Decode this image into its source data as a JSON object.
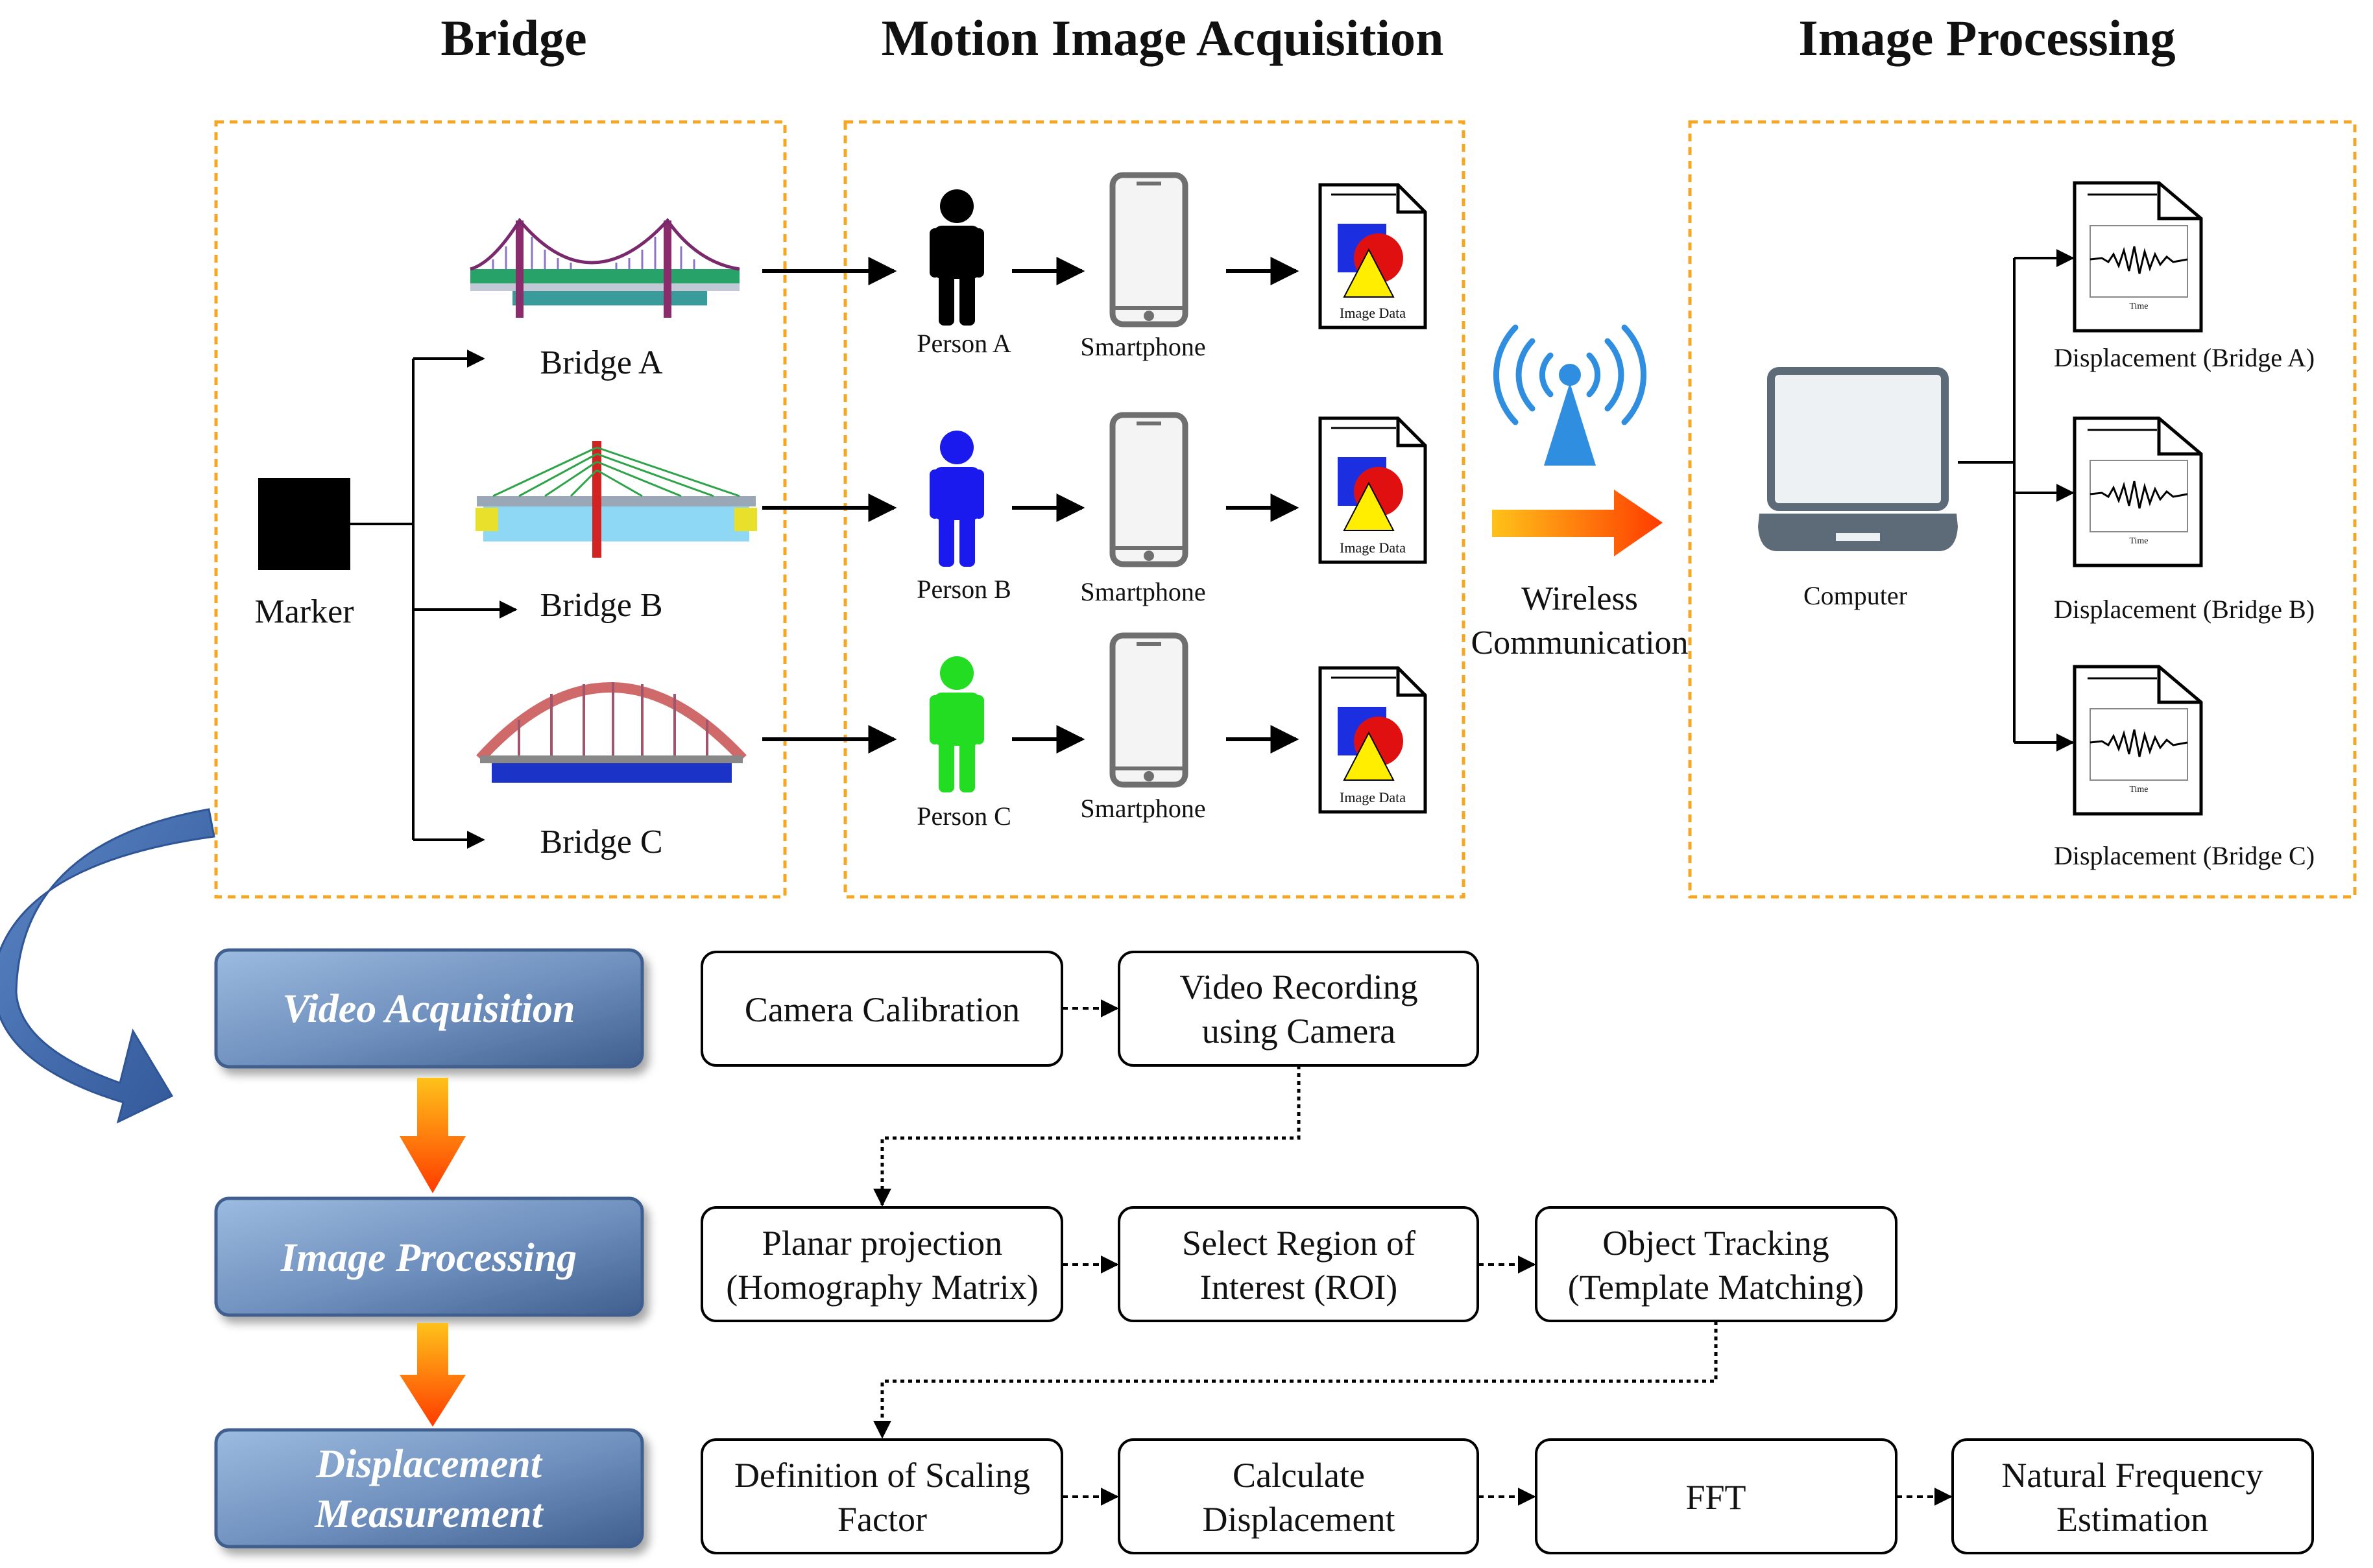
{
  "titles": {
    "bridge": "Bridge",
    "acquisition": "Motion Image Acquisition",
    "processing": "Image Processing"
  },
  "bridge_panel": {
    "marker": "Marker",
    "bridges": [
      "Bridge A",
      "Bridge B",
      "Bridge C"
    ]
  },
  "acquisition_panel": {
    "persons": [
      "Person A",
      "Person B",
      "Person C"
    ],
    "device": "Smartphone",
    "file_label": "Image Data",
    "person_colors": [
      "#000000",
      "#1a1aee",
      "#22dd22"
    ]
  },
  "wireless": {
    "line1": "Wireless",
    "line2": "Communication"
  },
  "processing_panel": {
    "computer": "Computer",
    "outputs": [
      "Displacement (Bridge A)",
      "Displacement (Bridge B)",
      "Displacement (Bridge C)"
    ],
    "plot_label": "Time"
  },
  "stages": {
    "video_acquisition": "Video Acquisition",
    "image_processing": "Image Processing",
    "displacement_line1": "Displacement",
    "displacement_line2": "Measurement"
  },
  "steps": {
    "camera_calibration": "Camera Calibration",
    "video_recording_1": "Video Recording",
    "video_recording_2": "using Camera",
    "planar_1": "Planar projection",
    "planar_2": "(Homography Matrix)",
    "roi_1": "Select Region of",
    "roi_2": "Interest (ROI)",
    "tracking_1": "Object Tracking",
    "tracking_2": "(Template Matching)",
    "scaling_1": "Definition of Scaling",
    "scaling_2": "Factor",
    "calc_1": "Calculate",
    "calc_2": "Displacement",
    "fft": "FFT",
    "nfe_1": "Natural Frequency",
    "nfe_2": "Estimation"
  }
}
